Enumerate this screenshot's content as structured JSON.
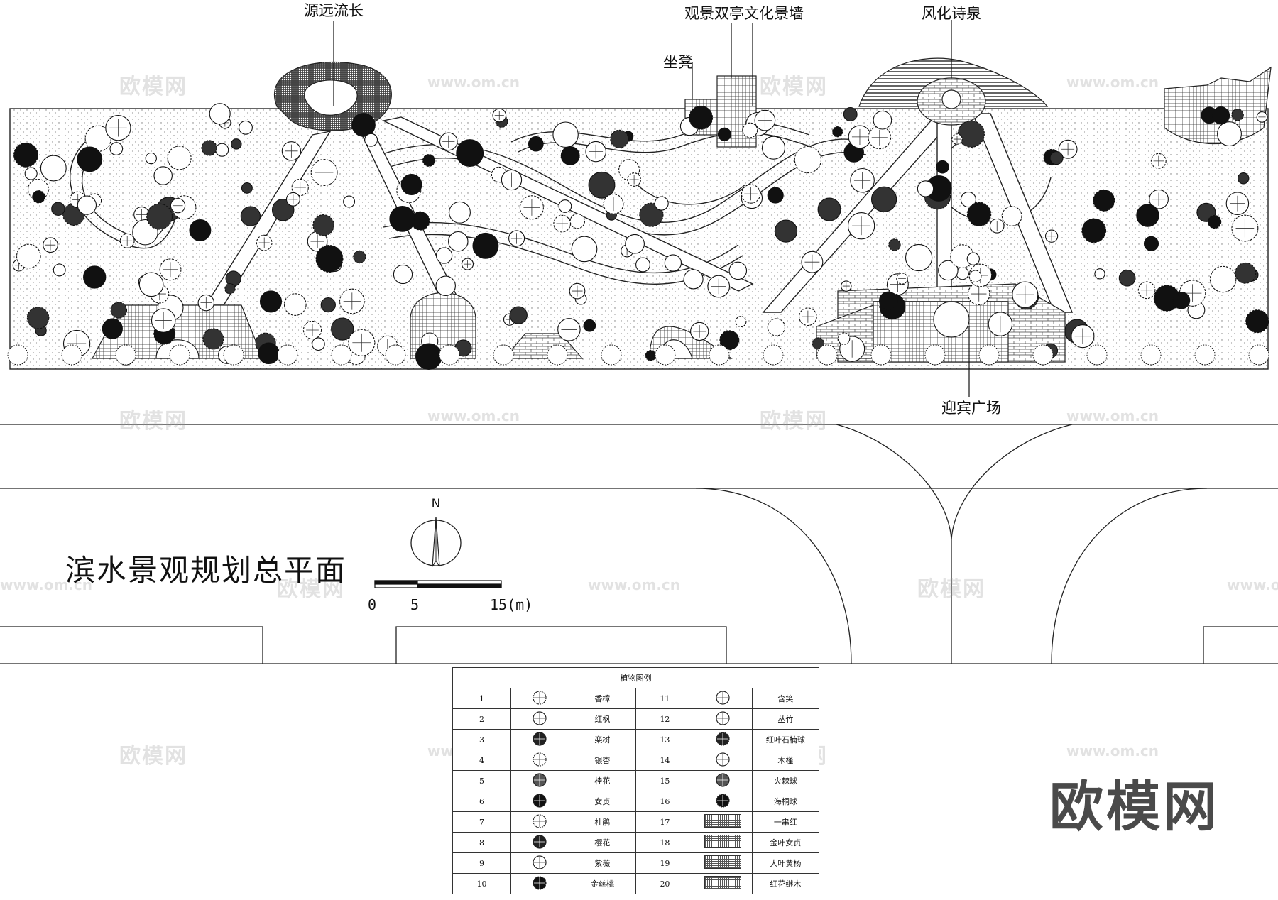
{
  "title": "滨水景观规划总平面",
  "labels": {
    "source": "源远流长",
    "bench": "坐凳",
    "pavilion": "观景双亭文化景墙",
    "fountain": "风化诗泉",
    "plaza": "迎宾广场"
  },
  "compass": "N",
  "scale": {
    "zero": "0",
    "mid": "5",
    "end": "15(m)"
  },
  "watermark_cn": "欧模网",
  "watermark_url": "www.om.cn",
  "brand": "欧模网",
  "legend": {
    "title": "植物图例",
    "rows": [
      {
        "n1": "1",
        "icon1": "camphor-tree-icon",
        "name1": "香樟",
        "n2": "11",
        "icon2": "michelia-icon",
        "name2": "含笑"
      },
      {
        "n1": "2",
        "icon1": "red-maple-icon",
        "name1": "红枫",
        "n2": "12",
        "icon2": "bamboo-icon",
        "name2": "丛竹"
      },
      {
        "n1": "3",
        "icon1": "chinaberry-icon",
        "name1": "栾树",
        "n2": "13",
        "icon2": "photinia-ball-icon",
        "name2": "红叶石楠球"
      },
      {
        "n1": "4",
        "icon1": "ginkgo-icon",
        "name1": "银杏",
        "n2": "14",
        "icon2": "hibiscus-icon",
        "name2": "木槿"
      },
      {
        "n1": "5",
        "icon1": "osmanthus-icon",
        "name1": "桂花",
        "n2": "15",
        "icon2": "firethorn-ball-icon",
        "name2": "火棘球"
      },
      {
        "n1": "6",
        "icon1": "privet-icon",
        "name1": "女贞",
        "n2": "16",
        "icon2": "pittosporum-ball-icon",
        "name2": "海桐球"
      },
      {
        "n1": "7",
        "icon1": "azalea-icon",
        "name1": "杜鹃",
        "n2": "17",
        "icon2": "salvia-hatch-icon",
        "name2": "一串红"
      },
      {
        "n1": "8",
        "icon1": "cherry-icon",
        "name1": "樱花",
        "n2": "18",
        "icon2": "golden-privet-hatch-icon",
        "name2": "金叶女贞"
      },
      {
        "n1": "9",
        "icon1": "crape-myrtle-icon",
        "name1": "紫薇",
        "n2": "19",
        "icon2": "boxwood-hatch-icon",
        "name2": "大叶黄杨"
      },
      {
        "n1": "10",
        "icon1": "hypericum-icon",
        "name1": "金丝桃",
        "n2": "20",
        "icon2": "loropetalum-hatch-icon",
        "name2": "红花继木"
      }
    ]
  }
}
